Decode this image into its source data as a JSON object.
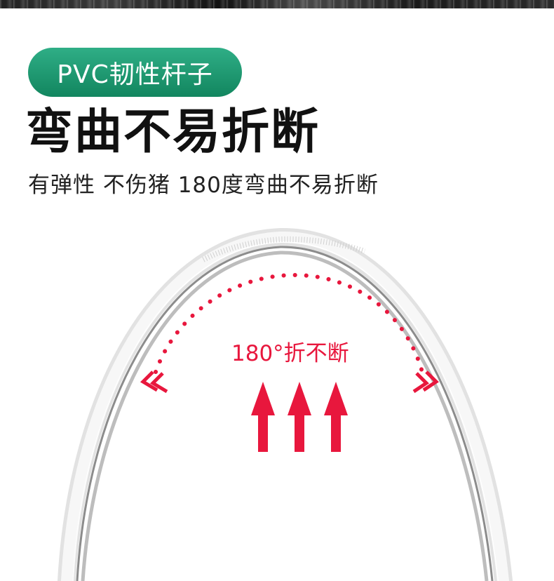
{
  "badge": {
    "label": "PVC韧性杆子",
    "color": "#1a9470"
  },
  "headline": {
    "text": "弯曲不易折断"
  },
  "subline": {
    "text": "有弹性 不伤猪 180度弯曲不易折断"
  },
  "illustration": {
    "bend_label": "180°折不断",
    "accent_color": "#e8173d",
    "arrow_count": 3,
    "icons": [
      "dotted-arc-icon",
      "double-chevron-left-icon",
      "double-chevron-right-icon",
      "up-arrow-icon"
    ]
  }
}
